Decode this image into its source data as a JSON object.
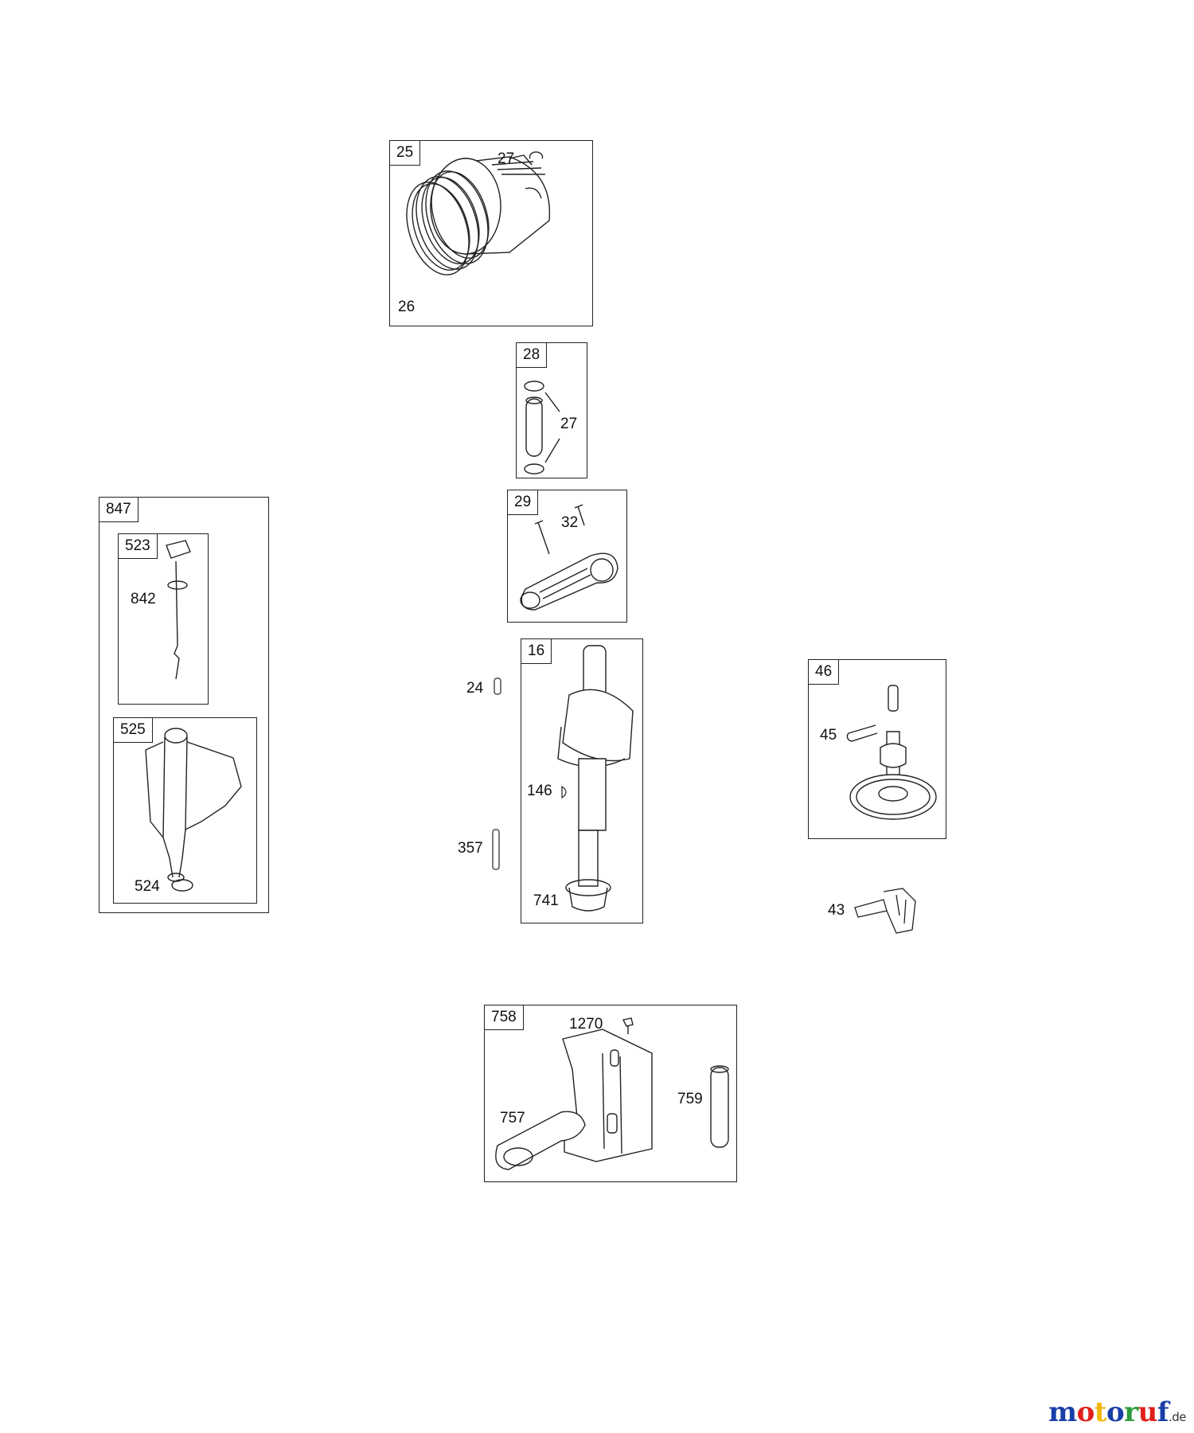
{
  "groups": {
    "piston": {
      "id": "25",
      "labels": {
        "ring_clip": "27",
        "rings": "26"
      }
    },
    "pin": {
      "id": "28",
      "labels": {
        "clips": "27"
      }
    },
    "rod": {
      "id": "29",
      "labels": {
        "bolts": "32"
      }
    },
    "dipstick_tube": {
      "id": "847"
    },
    "dipstick": {
      "id": "523",
      "labels": {
        "oring": "842"
      }
    },
    "tube": {
      "id": "525",
      "labels": {
        "oring": "524"
      }
    },
    "crankshaft": {
      "id": "16",
      "labels": {
        "gear": "741"
      }
    },
    "camshaft": {
      "id": "46",
      "labels": {
        "lifter": "45"
      }
    },
    "breather": {
      "id": "758",
      "labels": {
        "screw": "1270",
        "baffle": "757",
        "sleeve": "759"
      }
    }
  },
  "loose_parts": {
    "pin": "24",
    "key": "146",
    "dowel": "357",
    "governor": "43"
  },
  "watermark": {
    "brand_m": "m",
    "brand_o1": "o",
    "brand_t": "t",
    "brand_o2": "o",
    "brand_r": "r",
    "brand_u": "u",
    "brand_f": "f",
    "tld": ".de",
    "colors": [
      "#1a3ea8",
      "#e0201b",
      "#f2b705",
      "#1a3ea8",
      "#2a9a3a",
      "#e0201b",
      "#1a3ea8"
    ]
  }
}
